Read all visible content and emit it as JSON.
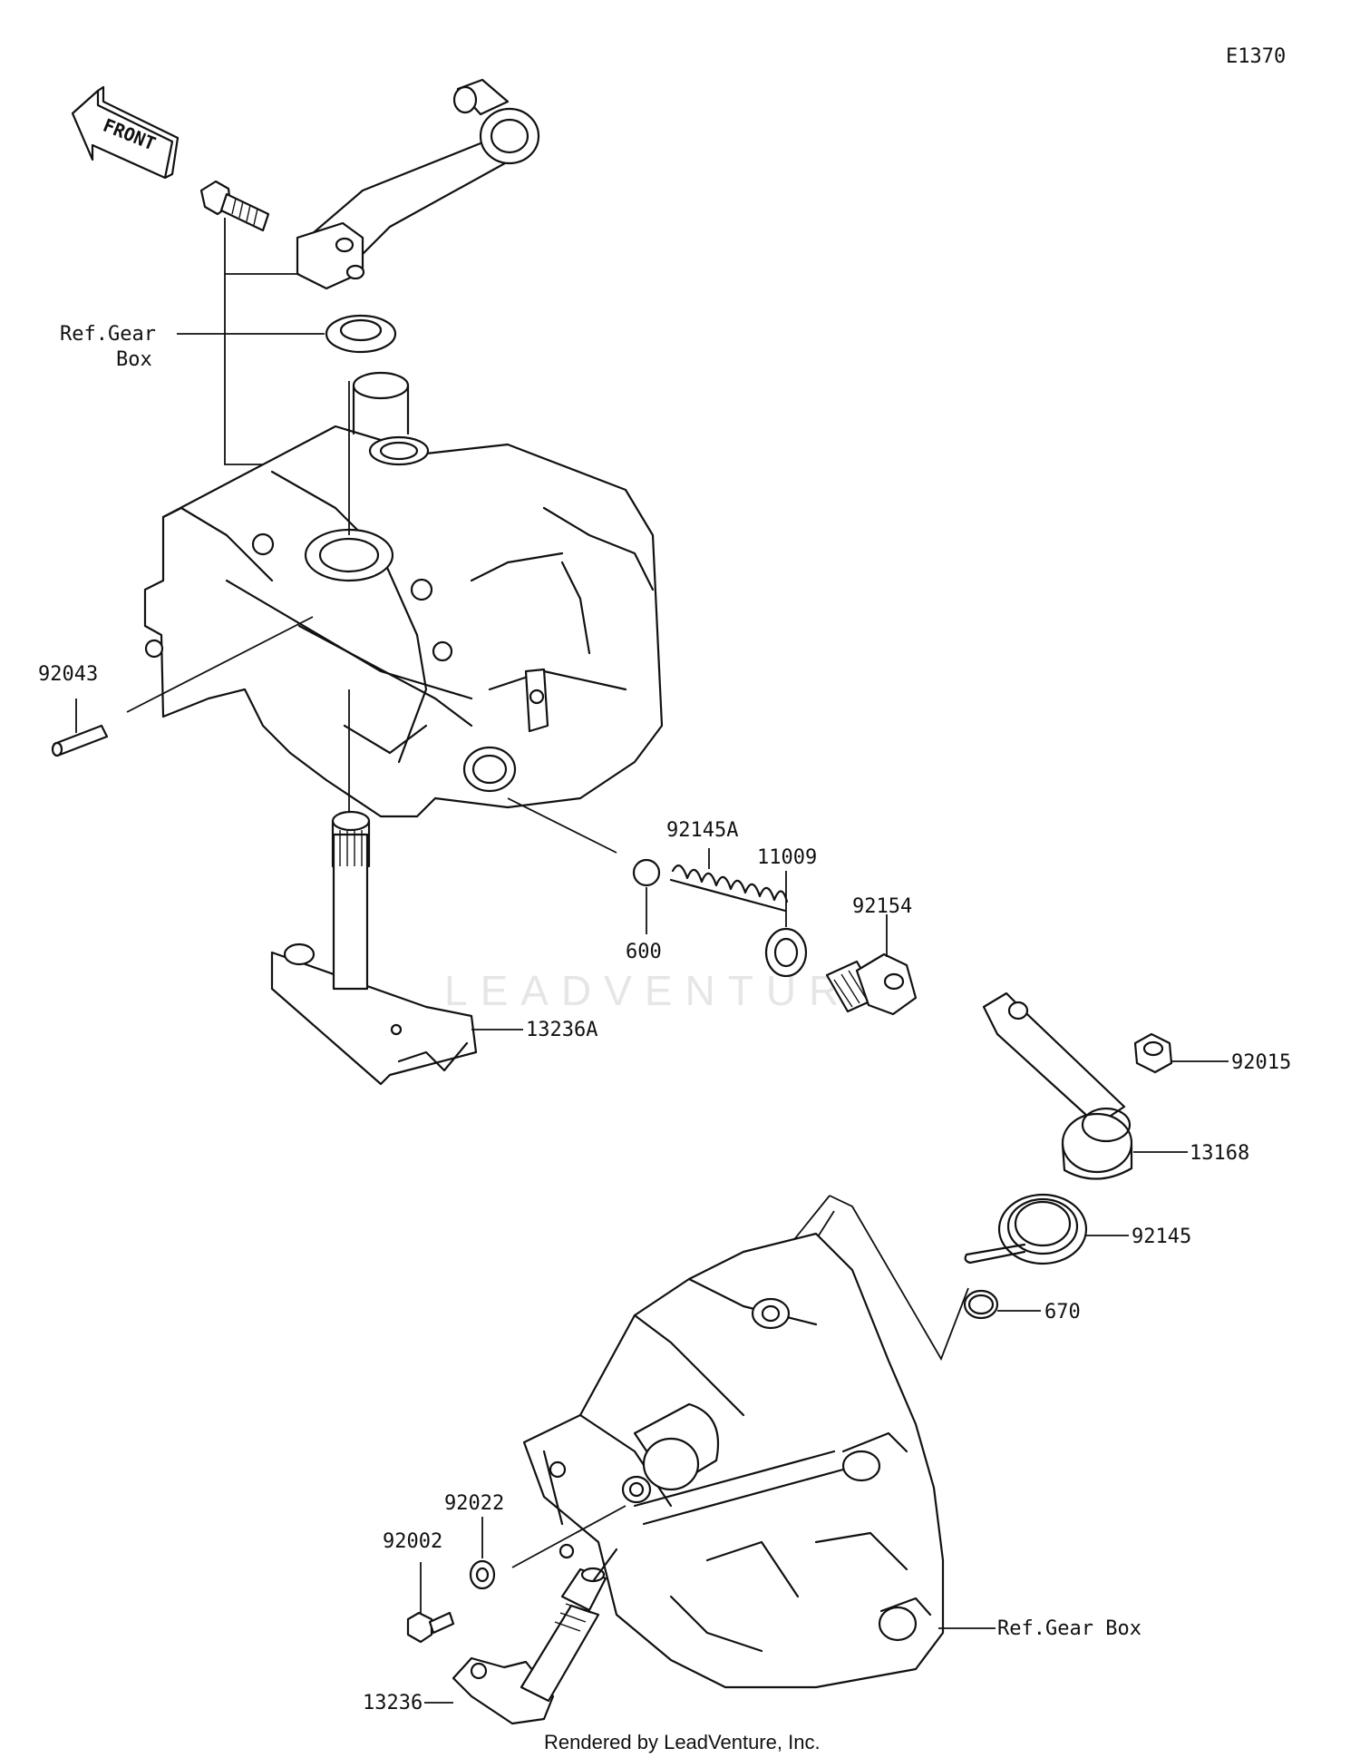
{
  "diagram_id": "E1370",
  "front_label": "FRONT",
  "watermark": "LEADVENTURE",
  "footer": "Rendered by LeadVenture, Inc.",
  "callouts": {
    "ref_gear_box_upper_line1": "Ref.Gear",
    "ref_gear_box_upper_line2": "Box",
    "p92043": "92043",
    "p92145A": "92145A",
    "p11009": "11009",
    "p92154": "92154",
    "p600": "600",
    "p13236A": "13236A",
    "p92015": "92015",
    "p13168": "13168",
    "p92145": "92145",
    "p670": "670",
    "p92022": "92022",
    "p92002": "92002",
    "ref_gear_box_lower": "Ref.Gear Box",
    "p13236": "13236"
  }
}
